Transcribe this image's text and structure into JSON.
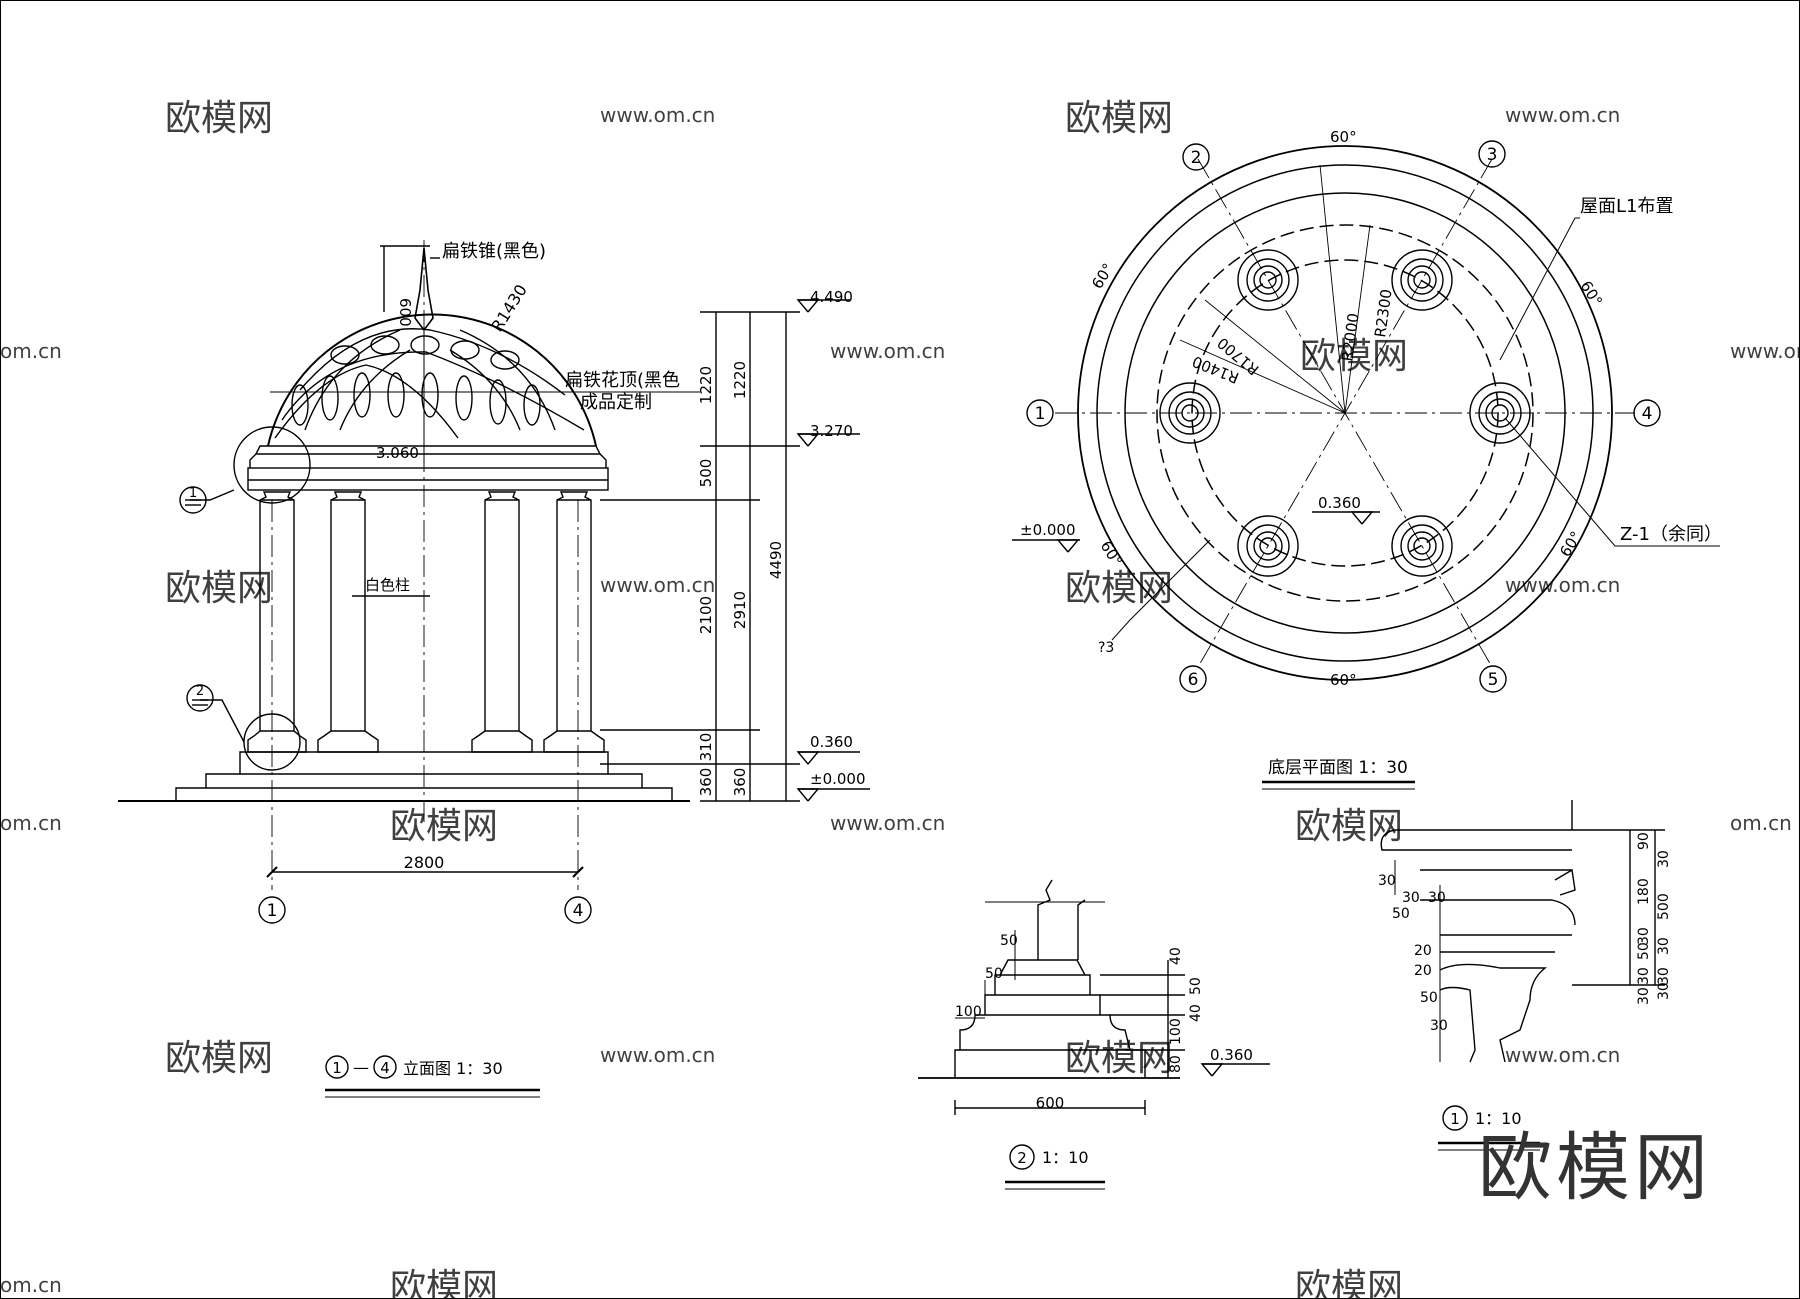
{
  "watermark": {
    "logo": "欧模网",
    "url": "www.om.cn",
    "url_short": "om.cn",
    "big_logo": "欧模网"
  },
  "elevation": {
    "title_num_a": "1",
    "title_dash": "—",
    "title_num_b": "4",
    "title_text": "立面图  1：30",
    "spire_label": "扁铁锥(黑色)",
    "dome_label_1": "扁铁花顶(黑色",
    "dome_label_2": "成品定制",
    "radius": "R1430",
    "spire_height": "600",
    "column_label": "白色柱",
    "dome_base_level": "3.060",
    "width": "2800",
    "dims_inner": [
      "1220",
      "500",
      "2100",
      "310",
      "360"
    ],
    "dims_mid": [
      "1220",
      "2910",
      "360"
    ],
    "dim_total": "4490",
    "levels": [
      "4.490",
      "3.270",
      "0.360",
      "±0.000"
    ],
    "detail_refs": [
      "1",
      "2"
    ],
    "axis_left": "1",
    "axis_right": "4"
  },
  "plan": {
    "title": "底层平面图  1：30",
    "angles": [
      "60°",
      "60°",
      "60°",
      "60°",
      "60°",
      "60°"
    ],
    "radii": [
      "R2300",
      "R2000",
      "R1700",
      "R1400"
    ],
    "roof_label": "屋面L1布置",
    "column_label": "Z-1（余同）",
    "level_center": "0.360",
    "level_outer": "±0.000",
    "leader_label": "?3",
    "axes": [
      "1",
      "2",
      "3",
      "4",
      "5",
      "6"
    ]
  },
  "detail2": {
    "title_num": "2",
    "title_scale": "1：10",
    "dims_left": [
      "50",
      "50",
      "100"
    ],
    "dims_right": [
      "40",
      "50",
      "40",
      "100",
      "80"
    ],
    "width": "600",
    "level": "0.360"
  },
  "detail1": {
    "title_num": "1",
    "title_scale": "1：10",
    "dims_left": [
      "30",
      "30",
      "30",
      "50",
      "20",
      "20",
      "50",
      "30"
    ],
    "dims_right": [
      "90",
      "30",
      "180",
      "500",
      "30",
      "50",
      "30",
      "30",
      "30",
      "30",
      "30"
    ]
  }
}
